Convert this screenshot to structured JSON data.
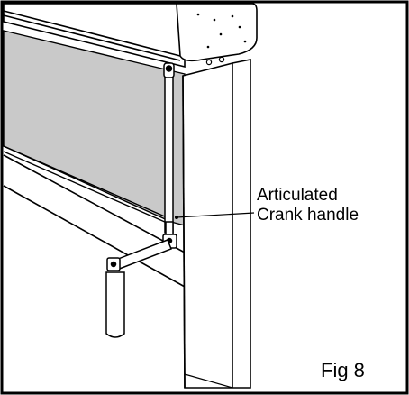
{
  "callout": {
    "line1": "Articulated",
    "line2": "Crank handle"
  },
  "figure_label": "Fig 8",
  "colors": {
    "ink": "#000000",
    "fabric": "#c9c9c9",
    "background": "#ffffff"
  }
}
